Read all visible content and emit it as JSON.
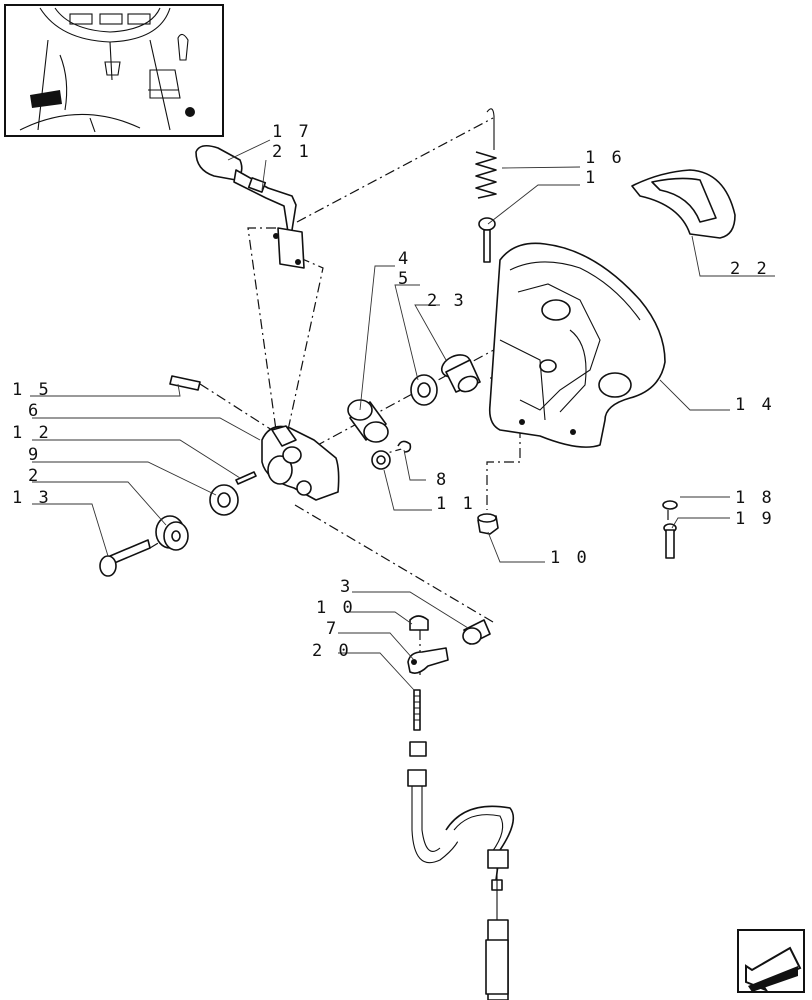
{
  "callouts": [
    {
      "id": "c17",
      "text": "1 7"
    },
    {
      "id": "c21",
      "text": "2 1"
    },
    {
      "id": "c16",
      "text": "1 6"
    },
    {
      "id": "c1",
      "text": "1"
    },
    {
      "id": "c22",
      "text": "2 2"
    },
    {
      "id": "c4",
      "text": "4"
    },
    {
      "id": "c5",
      "text": "5"
    },
    {
      "id": "c23",
      "text": "2 3"
    },
    {
      "id": "c14",
      "text": "1 4"
    },
    {
      "id": "c15",
      "text": "1 5"
    },
    {
      "id": "c6",
      "text": "6"
    },
    {
      "id": "c12",
      "text": "1 2"
    },
    {
      "id": "c9",
      "text": "9"
    },
    {
      "id": "c2",
      "text": "2"
    },
    {
      "id": "c13",
      "text": "1 3"
    },
    {
      "id": "c8",
      "text": "8"
    },
    {
      "id": "c11",
      "text": "1 1"
    },
    {
      "id": "c10a",
      "text": "1 0"
    },
    {
      "id": "c18",
      "text": "1 8"
    },
    {
      "id": "c19",
      "text": "1 9"
    },
    {
      "id": "c3",
      "text": "3"
    },
    {
      "id": "c10b",
      "text": "1 0"
    },
    {
      "id": "c7",
      "text": "7"
    },
    {
      "id": "c20",
      "text": "2 0"
    }
  ],
  "icons": {
    "thumbnail": "tractor-cab-location-icon",
    "nav": "next-page-arrow-icon"
  }
}
